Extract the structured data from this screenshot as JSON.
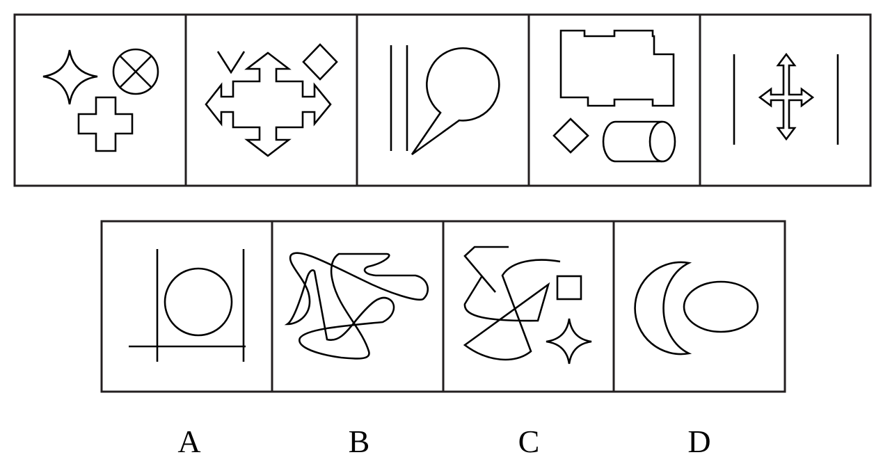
{
  "puzzle": {
    "question_row_count": 5,
    "options": [
      {
        "label": "A"
      },
      {
        "label": "B"
      },
      {
        "label": "C"
      },
      {
        "label": "D"
      }
    ],
    "colors": {
      "stroke": "#000000",
      "frame": "#231f20",
      "background": "#ffffff"
    }
  }
}
